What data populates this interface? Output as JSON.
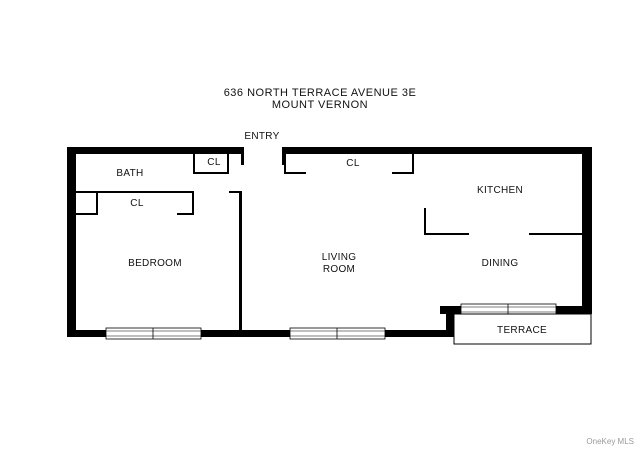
{
  "title": {
    "line1": "636 NORTH TERRACE AVENUE 3E",
    "line2": "MOUNT VERNON"
  },
  "rooms": {
    "entry": "ENTRY",
    "bath": "BATH",
    "bath_closet": "CL",
    "entry_closet": "CL",
    "bedroom_closet": "CL",
    "kitchen": "KITCHEN",
    "bedroom": "BEDROOM",
    "living_line1": "LIVING",
    "living_line2": "ROOM",
    "dining": "DINING",
    "terrace": "TERRACE"
  },
  "watermark": "OneKey MLS",
  "colors": {
    "wall": "#000000",
    "window": "#ffffff",
    "text": "#111111"
  }
}
